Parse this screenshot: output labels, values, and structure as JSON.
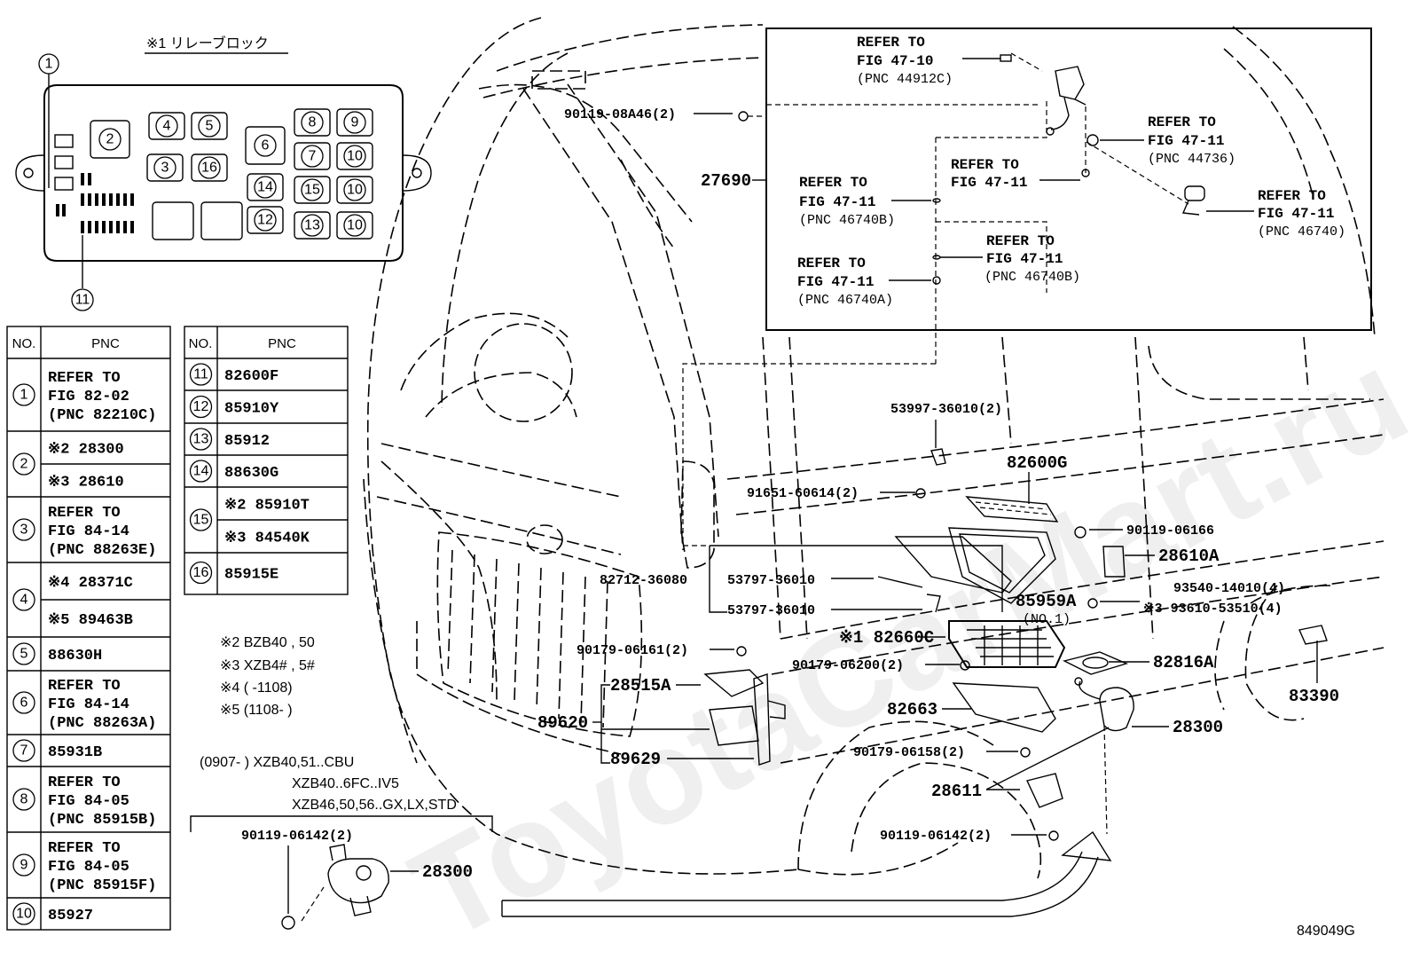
{
  "relay_block": {
    "title": "※1 リレーブロック",
    "callout_top": "1",
    "callout_bottom": "11",
    "slots": [
      "2",
      "4",
      "5",
      "3",
      "16",
      "6",
      "8",
      "9",
      "7",
      "10",
      "14",
      "15",
      "10",
      "12",
      "13",
      "10"
    ]
  },
  "table_left": {
    "headers": [
      "NO.",
      "PNC"
    ],
    "rows": [
      {
        "no": "1",
        "lines": [
          "REFER TO",
          "FIG 82-02",
          "(PNC 82210C)"
        ]
      },
      {
        "no": "2",
        "lines": [
          "※2  28300"
        ],
        "lines2": [
          "※3  28610"
        ]
      },
      {
        "no": "3",
        "lines": [
          "REFER TO",
          "FIG 84-14",
          "(PNC 88263E)"
        ]
      },
      {
        "no": "4",
        "lines": [
          "※4 28371C"
        ],
        "lines2": [
          "※5 89463B"
        ]
      },
      {
        "no": "5",
        "lines": [
          "88630H"
        ]
      },
      {
        "no": "6",
        "lines": [
          "REFER TO",
          "FIG 84-14",
          "(PNC 88263A)"
        ]
      },
      {
        "no": "7",
        "lines": [
          "85931B"
        ]
      },
      {
        "no": "8",
        "lines": [
          "REFER TO",
          "FIG 84-05",
          "(PNC 85915B)"
        ]
      },
      {
        "no": "9",
        "lines": [
          "REFER TO",
          "FIG 84-05",
          "(PNC 85915F)"
        ]
      },
      {
        "no": "10",
        "lines": [
          "85927"
        ]
      }
    ]
  },
  "table_right": {
    "headers": [
      "NO.",
      "PNC"
    ],
    "rows": [
      {
        "no": "11",
        "lines": [
          "82600F"
        ]
      },
      {
        "no": "12",
        "lines": [
          "85910Y"
        ]
      },
      {
        "no": "13",
        "lines": [
          "85912"
        ]
      },
      {
        "no": "14",
        "lines": [
          "88630G"
        ]
      },
      {
        "no": "15",
        "lines": [
          "※2  85910T"
        ],
        "lines2": [
          "※3  84540K"
        ]
      },
      {
        "no": "16",
        "lines": [
          "85915E"
        ]
      }
    ]
  },
  "footnotes": [
    "※2 BZB40 , 50",
    "※3 XZB4# , 5#",
    "※4 (       -1108)",
    "※5 (1108-       )"
  ],
  "variant_note": {
    "line1": "(0907-        ) XZB40,51..CBU",
    "line2": "XZB40..6FC..IV5",
    "line3": "XZB46,50,56..GX,LX,STD"
  },
  "inset": {
    "refs": [
      {
        "l1": "REFER TO",
        "l2": "FIG 47-10",
        "l3": "(PNC 44912C)"
      },
      {
        "l1": "REFER TO",
        "l2": "FIG 47-11",
        "l3": "(PNC 44736)"
      },
      {
        "l1": "REFER TO",
        "l2": "FIG 47-11",
        "l3": ""
      },
      {
        "l1": "REFER TO",
        "l2": "FIG 47-11",
        "l3": "(PNC 46740B)"
      },
      {
        "l1": "REFER TO",
        "l2": "FIG 47-11",
        "l3": "(PNC 46740)"
      },
      {
        "l1": "REFER TO",
        "l2": "FIG 47-11",
        "l3": "(PNC 46740B)"
      },
      {
        "l1": "REFER TO",
        "l2": "FIG 47-11",
        "l3": "(PNC 46740A)"
      }
    ]
  },
  "parts": {
    "p90119_08A46": "90119-08A46(2)",
    "p27690": "27690",
    "p53997": "53997-36010(2)",
    "p82600G": "82600G",
    "p91651": "91651-60614(2)",
    "p90119_06166": "90119-06166",
    "p28610A": "28610A",
    "p82712": "82712-36080",
    "p53797a": "53797-36010",
    "p53797b": "53797-36010",
    "p85959A": "85959A",
    "p85959A_sub": "(NO.1)",
    "p93540": "93540-14010(4)",
    "p93610": "※3 93610-53510(4)",
    "p90179_06161": "90179-06161(2)",
    "p82660C": "※1 82660C",
    "p90179_06200": "90179-06200(2)",
    "p82816A": "82816A",
    "p28515A": "28515A",
    "p82663": "82663",
    "p89620": "89620",
    "p89629": "89629",
    "p90179_06158": "90179-06158(2)",
    "p28300": "28300",
    "p83390": "83390",
    "p28611": "28611",
    "p90119_06142": "90119-06142(2)",
    "p90119_06142b": "90119-06142(2)",
    "p28300b": "28300"
  },
  "figure_id": "849049G",
  "watermark": "ToyotaCarMart.ru"
}
